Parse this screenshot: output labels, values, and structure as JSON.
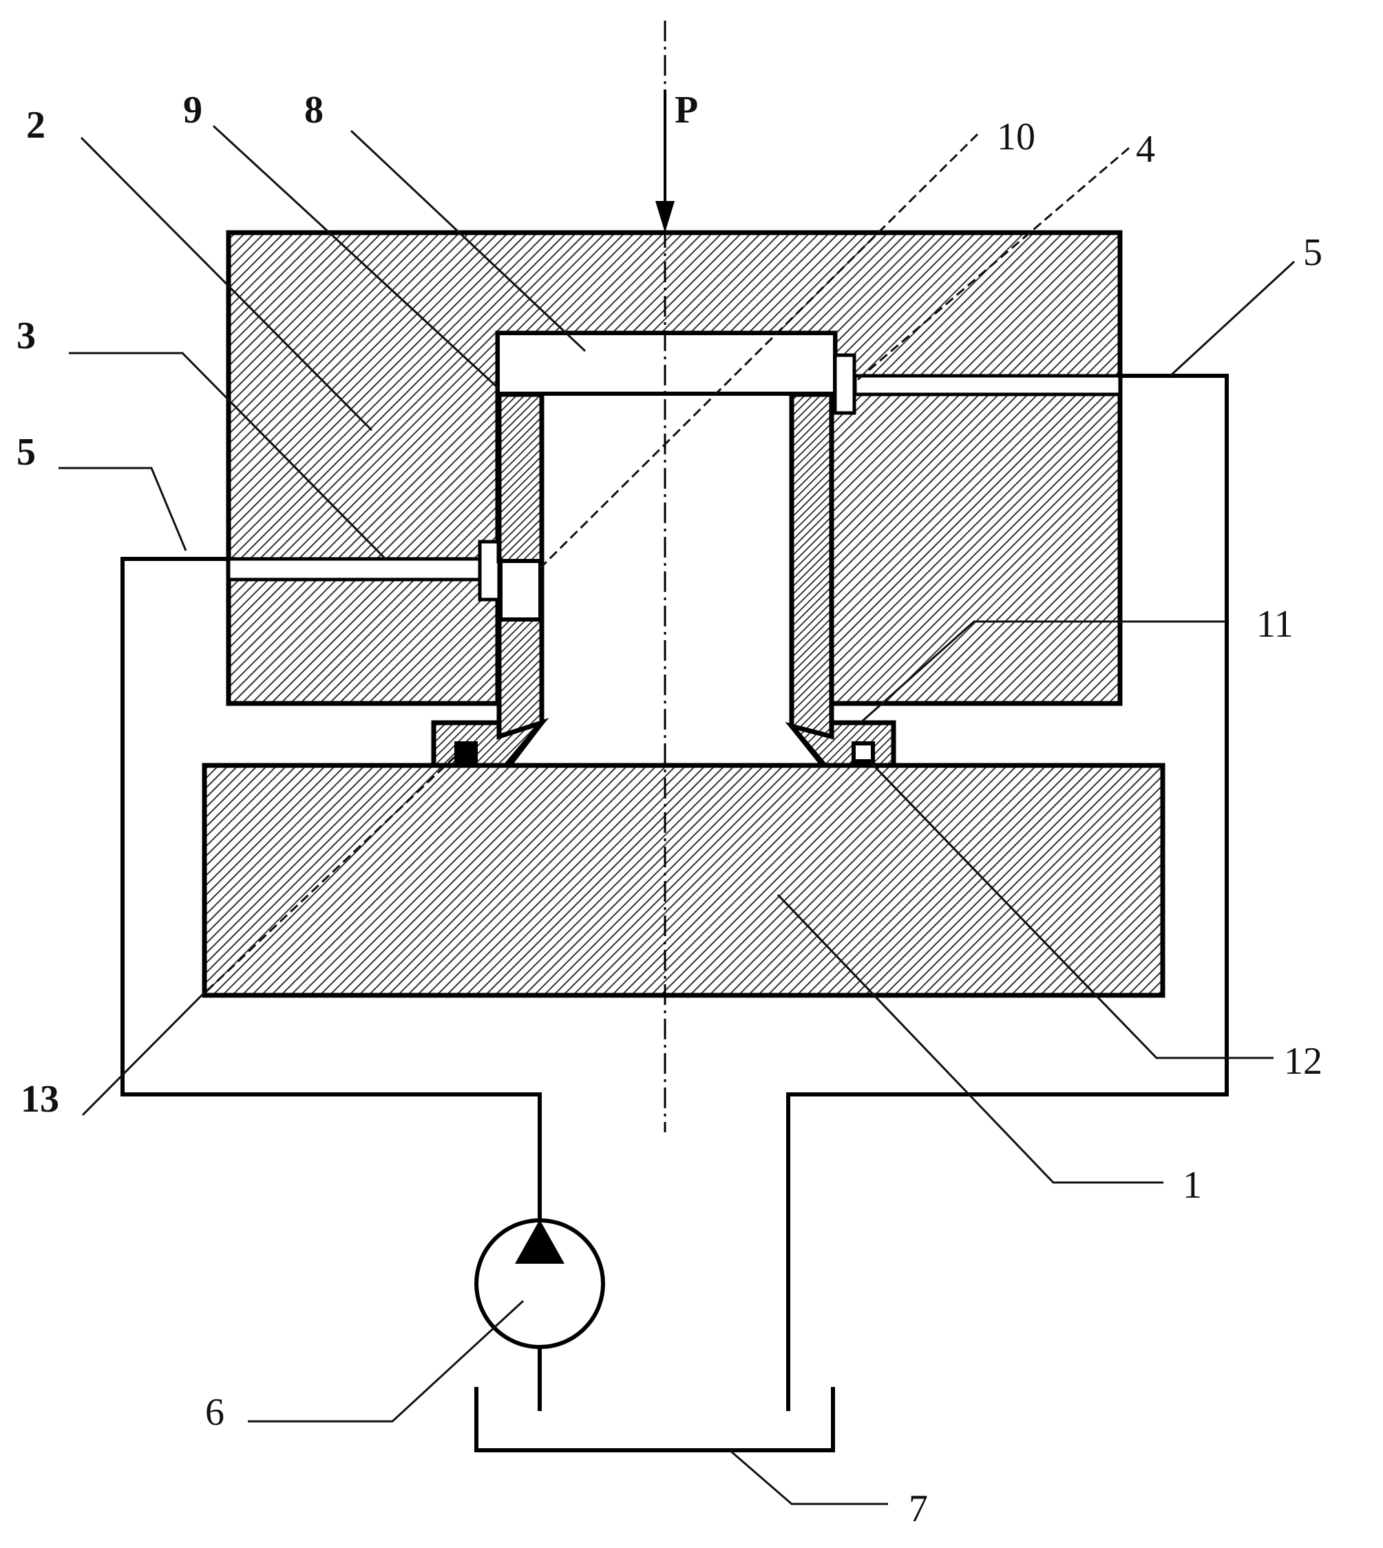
{
  "diagram": {
    "force_label": "P",
    "labels": {
      "l1": "1",
      "l2": "2",
      "l3": "3",
      "l4": "4",
      "l5_left": "5",
      "l5_right": "5",
      "l6": "6",
      "l7": "7",
      "l8": "8",
      "l9": "9",
      "l10": "10",
      "l11": "11",
      "l12": "12",
      "l13": "13"
    }
  }
}
